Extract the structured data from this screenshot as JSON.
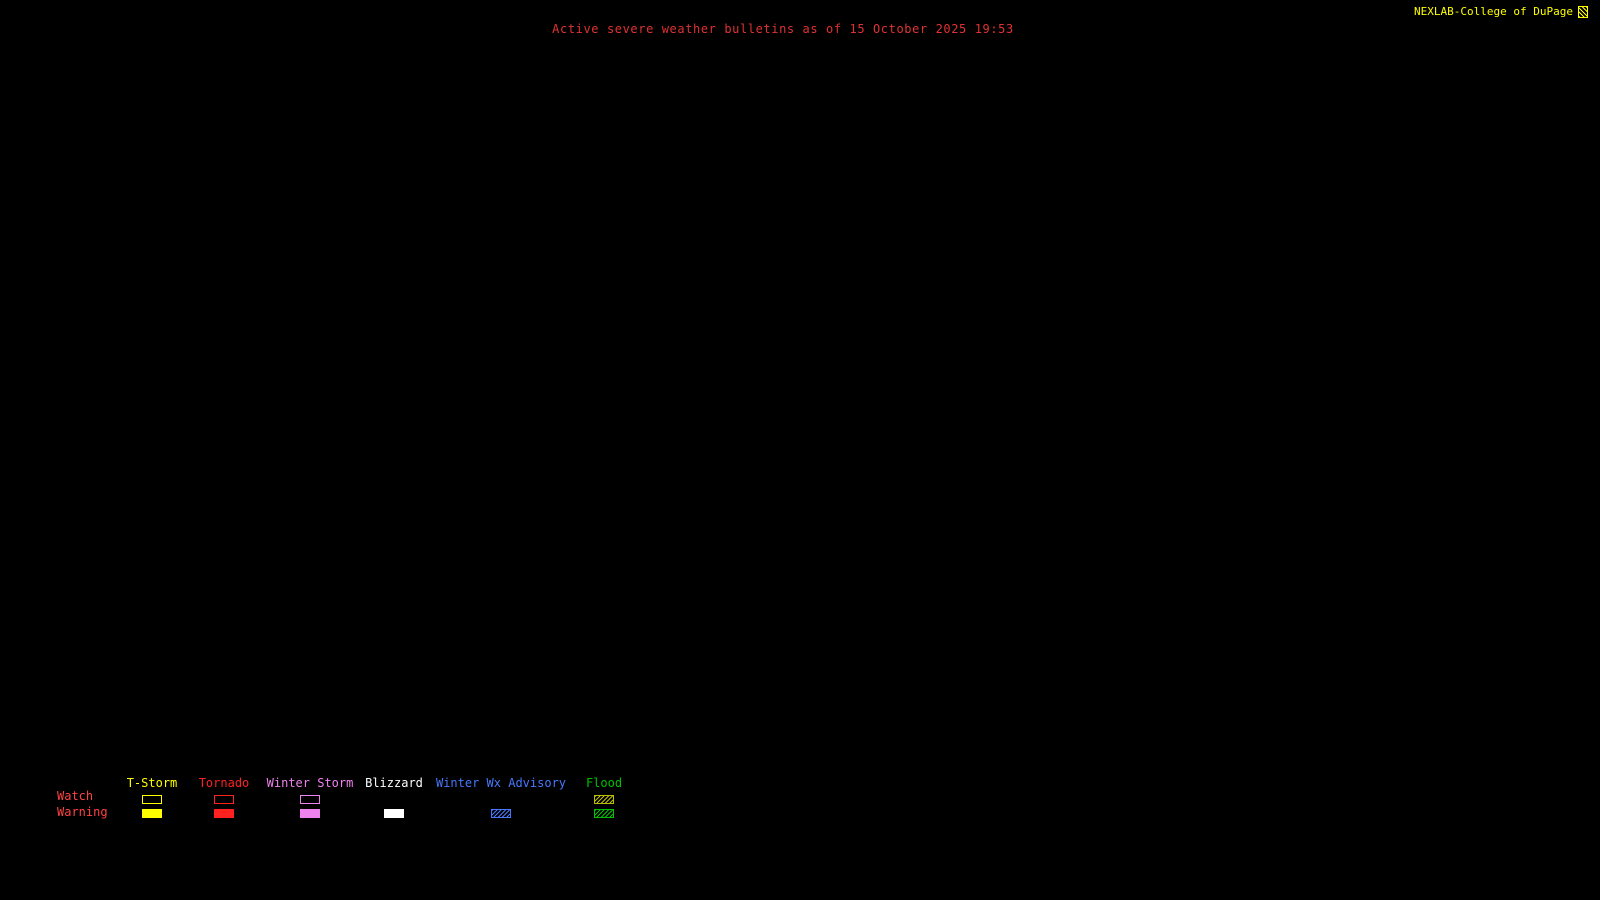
{
  "page": {
    "background_color": "#000000"
  },
  "header": {
    "title": "Active severe weather bulletins as of 15 October 2025 19:53",
    "title_color": "#e03232",
    "brand": "NEXLAB-College of DuPage",
    "brand_color": "#ffff00"
  },
  "legend": {
    "rows": [
      {
        "label": "Watch",
        "color": "#ff4242"
      },
      {
        "label": "Warning",
        "color": "#ff4242"
      }
    ],
    "categories": [
      {
        "label": "T-Storm",
        "color": "#ffff00",
        "watch": {
          "style": "outline",
          "color": "#ffff00"
        },
        "warning": {
          "style": "solid",
          "color": "#ffff00"
        }
      },
      {
        "label": "Tornado",
        "color": "#ff2020",
        "watch": {
          "style": "outline",
          "color": "#ff2020"
        },
        "warning": {
          "style": "solid",
          "color": "#ff2020"
        }
      },
      {
        "label": "Winter Storm",
        "color": "#ee82ee",
        "watch": {
          "style": "outline",
          "color": "#ee82ee"
        },
        "warning": {
          "style": "solid",
          "color": "#ee82ee"
        }
      },
      {
        "label": "Blizzard",
        "color": "#ffffff",
        "watch": {
          "style": "none",
          "color": "#ffffff"
        },
        "warning": {
          "style": "solid",
          "color": "#ffffff"
        }
      },
      {
        "label": "Winter Wx Advisory",
        "color": "#4678ff",
        "watch": {
          "style": "none",
          "color": "#4678ff"
        },
        "warning": {
          "style": "hatched",
          "color": "#4678ff"
        }
      },
      {
        "label": "Flood",
        "color": "#00c000",
        "watch": {
          "style": "hatched",
          "color": "#bdbd00"
        },
        "warning": {
          "style": "hatched",
          "color": "#00c000"
        }
      }
    ]
  }
}
